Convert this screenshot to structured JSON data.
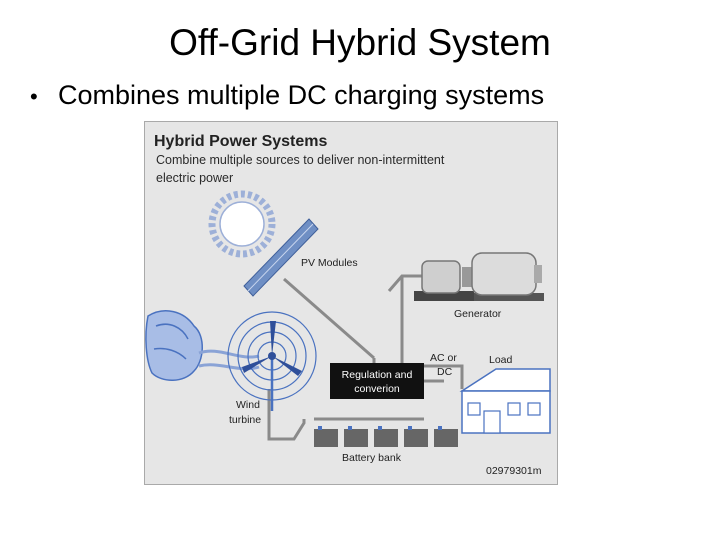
{
  "slide": {
    "title": "Off-Grid Hybrid System",
    "bullet": "Combines multiple DC charging systems"
  },
  "figure": {
    "title": "Hybrid Power Systems",
    "subtitle_line1": "Combine multiple sources to deliver non-intermittent",
    "subtitle_line2": "electric power",
    "labels": {
      "pv_modules": "PV Modules",
      "generator": "Generator",
      "ac_or": "AC or",
      "dc": "DC",
      "load": "Load",
      "regulation_line1": "Regulation and",
      "regulation_line2": "converion",
      "wind_line1": "Wind",
      "wind_line2": "turbine",
      "battery_bank": "Battery bank",
      "figure_id": "02979301m"
    },
    "colors": {
      "panel_bg": "#e6e6e6",
      "panel_border": "#a9a9a9",
      "wire": "#8a8a8a",
      "solar_blue": "#6f8fc4",
      "wind_blue": "#4a72c0",
      "dark_box": "#111111"
    }
  }
}
